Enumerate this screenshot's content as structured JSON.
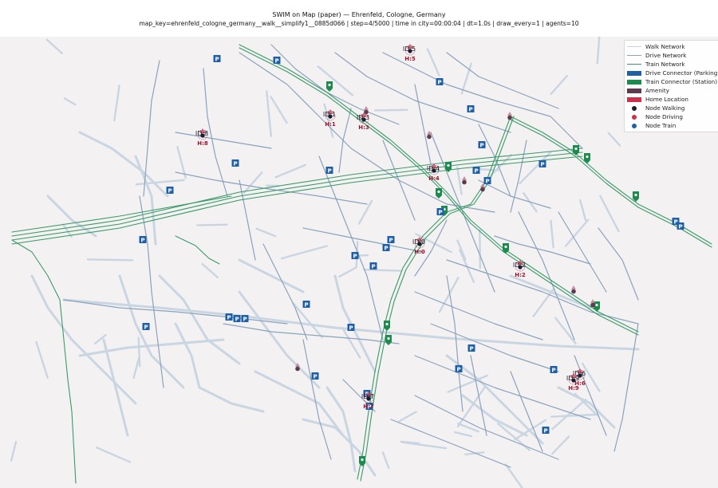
{
  "title": {
    "line1": "SWIM on Map (paper) — Ehrenfeld, Cologne, Germany",
    "line2": "map_key=ehrenfeld_cologne_germany__walk__simplify1__0885d066 | step=4/5000 | time in city=00:00:04 | dt=1.0s | draw_every=1 | agents=10"
  },
  "legend": [
    {
      "label": "Walk Network",
      "kind": "line",
      "color": "#c9d6e2"
    },
    {
      "label": "Drive Network",
      "kind": "line",
      "color": "#8aa3bd"
    },
    {
      "label": "Train Network",
      "kind": "line",
      "color": "#3a9a6a"
    },
    {
      "label": "Drive Connector (Parking)",
      "kind": "patch",
      "color": "#1f5fa8"
    },
    {
      "label": "Train Connector (Station)",
      "kind": "patch",
      "color": "#1d8a4e"
    },
    {
      "label": "Amenity",
      "kind": "patch",
      "color": "#5e3a4e"
    },
    {
      "label": "Home Location",
      "kind": "patch",
      "color": "#c9304a"
    },
    {
      "label": "Node Walking",
      "kind": "dot",
      "color": "#1c1c2e"
    },
    {
      "label": "Node Driving",
      "kind": "dot",
      "color": "#c9304a"
    },
    {
      "label": "Node Train",
      "kind": "dot",
      "color": "#1f5fa8"
    }
  ],
  "parking_symbol": "P",
  "agents": [
    {
      "id": "ID:1",
      "home": "H:1"
    },
    {
      "id": "ID:2",
      "home": "H:2"
    },
    {
      "id": "ID:3",
      "home": "H:3"
    },
    {
      "id": "ID:4",
      "home": "H:4"
    },
    {
      "id": "ID:5",
      "home": "H:5"
    },
    {
      "id": "ID:6",
      "home": "H:6"
    },
    {
      "id": "ID:7",
      "home": "H:7"
    },
    {
      "id": "ID:8",
      "home": "H:8"
    },
    {
      "id": "ID:9",
      "home": "H:9"
    },
    {
      "id": "ID:0",
      "home": "H:0"
    }
  ]
}
